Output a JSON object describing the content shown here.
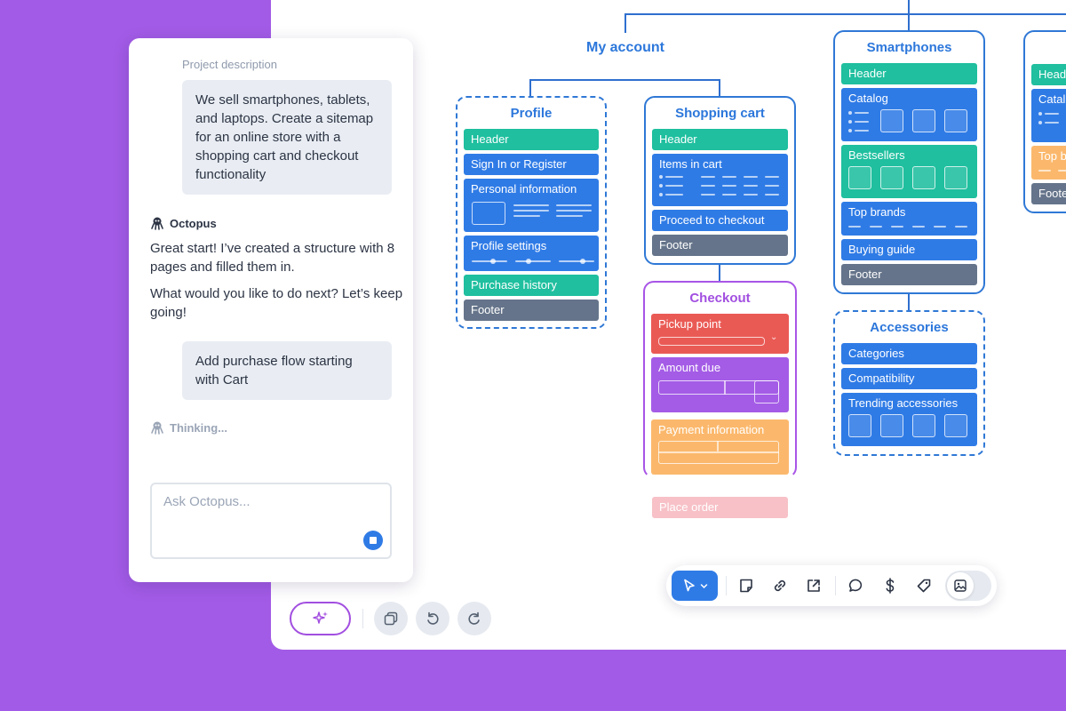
{
  "chat": {
    "project_label": "Project description",
    "user_message_1": "We sell smartphones, tablets, and laptops. Create a sitemap for an online store with a shopping cart and checkout functionality",
    "bot_name": "Octopus",
    "bot_message_1": "Great start! I’ve created a structure with 8 pages and filled them in.",
    "bot_message_2": "What would you like to do next? Let’s keep going!",
    "user_message_2": "Add purchase flow starting with Cart",
    "thinking": "Thinking...",
    "input_placeholder": "Ask Octopus..."
  },
  "sitemap": {
    "my_account": "My account",
    "profile": {
      "title": "Profile",
      "blocks": [
        "Header",
        "Sign In or Register",
        "Personal information",
        "Profile settings",
        "Purchase history",
        "Footer"
      ]
    },
    "cart": {
      "title": "Shopping cart",
      "blocks": [
        "Header",
        "Items in cart",
        "Proceed to checkout",
        "Footer"
      ]
    },
    "checkout": {
      "title": "Checkout",
      "blocks": [
        "Pickup point",
        "Amount due",
        "Payment information",
        "Place order"
      ]
    },
    "smartphones": {
      "title": "Smartphones",
      "blocks": [
        "Header",
        "Catalog",
        "Bestsellers",
        "Top brands",
        "Buying guide",
        "Footer"
      ]
    },
    "accessories": {
      "title": "Accessories",
      "blocks": [
        "Categories",
        "Compatibility",
        "Trending accessories"
      ]
    },
    "partial": {
      "blocks": [
        "Head",
        "Catal",
        "Top b",
        "Foote"
      ]
    }
  },
  "colors": {
    "background": "#a25be6",
    "accent_blue": "#2f7be6",
    "teal": "#1fbf9f",
    "gray": "#65748a",
    "purple": "#a24fe0",
    "red": "#ea5a55",
    "orange": "#fbb86c"
  },
  "icons": {
    "toolbar": [
      "pointer-icon",
      "sticky-note-icon",
      "link-icon",
      "external-link-icon",
      "comment-icon",
      "dollar-icon",
      "tag-icon",
      "image-icon"
    ],
    "controls": [
      "sparkles-icon",
      "copy-icon",
      "undo-icon",
      "redo-icon"
    ]
  }
}
